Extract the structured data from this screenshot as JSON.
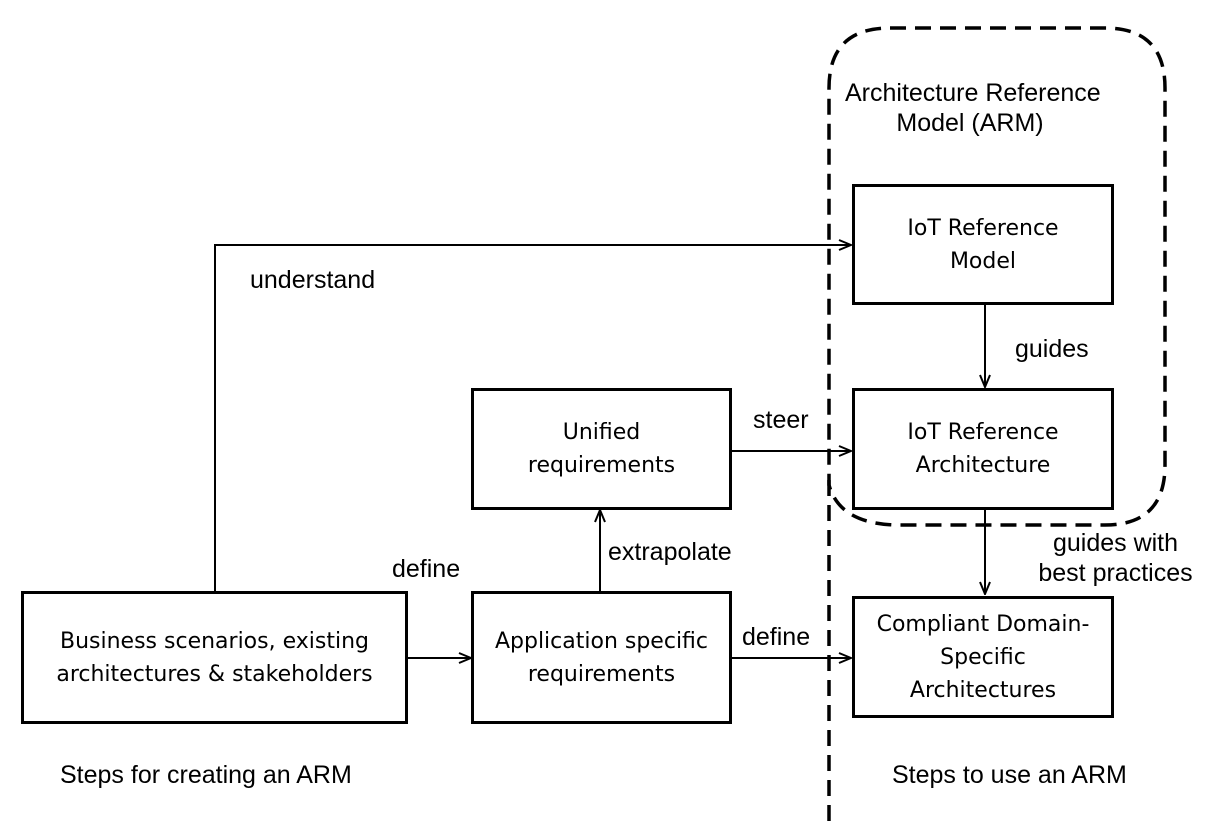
{
  "nodes": {
    "arm_title": [
      "Architecture Reference",
      "Model (ARM)"
    ],
    "iot_reference_model": [
      "IoT Reference",
      "Model"
    ],
    "iot_reference_architecture": [
      "IoT Reference",
      "Architecture"
    ],
    "unified_requirements": [
      "Unified",
      "requirements"
    ],
    "business_scenarios": [
      "Business scenarios, existing",
      "architectures & stakeholders"
    ],
    "application_requirements": [
      "Application specific",
      "requirements"
    ],
    "compliant_architectures": [
      "Compliant Domain-",
      "Specific",
      "Architectures"
    ]
  },
  "edges": {
    "understand": "understand",
    "guides": "guides",
    "steer": "steer",
    "extrapolate": "extrapolate",
    "define_left": "define",
    "define_right": "define",
    "guides_best": [
      "guides with",
      "best practices"
    ]
  },
  "captions": {
    "creating": "Steps for creating an ARM",
    "using": "Steps to use an ARM"
  }
}
